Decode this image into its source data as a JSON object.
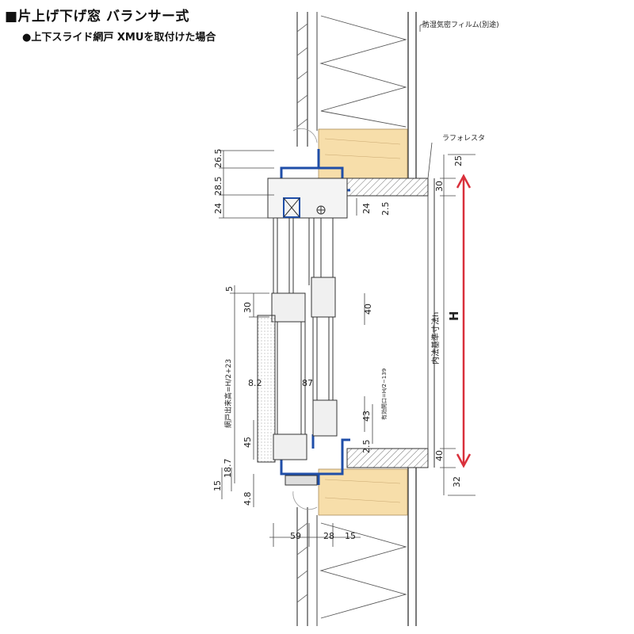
{
  "header": {
    "title": "■片上げ下げ窓 バランサー式",
    "subtitle": "●上下スライド網戸 XMUを取付けた場合"
  },
  "labels": {
    "film": "防湿気密フィルム(別途)",
    "lath": "ラフォレスタ",
    "inner_size": "内法基準寸法h",
    "height": "H",
    "screen_height": "網戸出来高=H/2+23",
    "effective_opening": "有効開口=H/2−139"
  },
  "dimensions": {
    "left_top": [
      "26.5",
      "28.5",
      "24"
    ],
    "left_mid": [
      "5",
      "30"
    ],
    "left_low": [
      "8.2",
      "45"
    ],
    "left_bottom": [
      "18.7",
      "15",
      "4.8"
    ],
    "center": [
      "24",
      "2.5",
      "40",
      "87",
      "43",
      "2.5"
    ],
    "right": [
      "25",
      "30",
      "40",
      "32"
    ],
    "bottom": [
      "59",
      "28",
      "15"
    ]
  },
  "colors": {
    "frame": "#1f4ea8",
    "wood": "#f7deaa",
    "arrow": "#d9303b",
    "insulation": "#555555"
  }
}
